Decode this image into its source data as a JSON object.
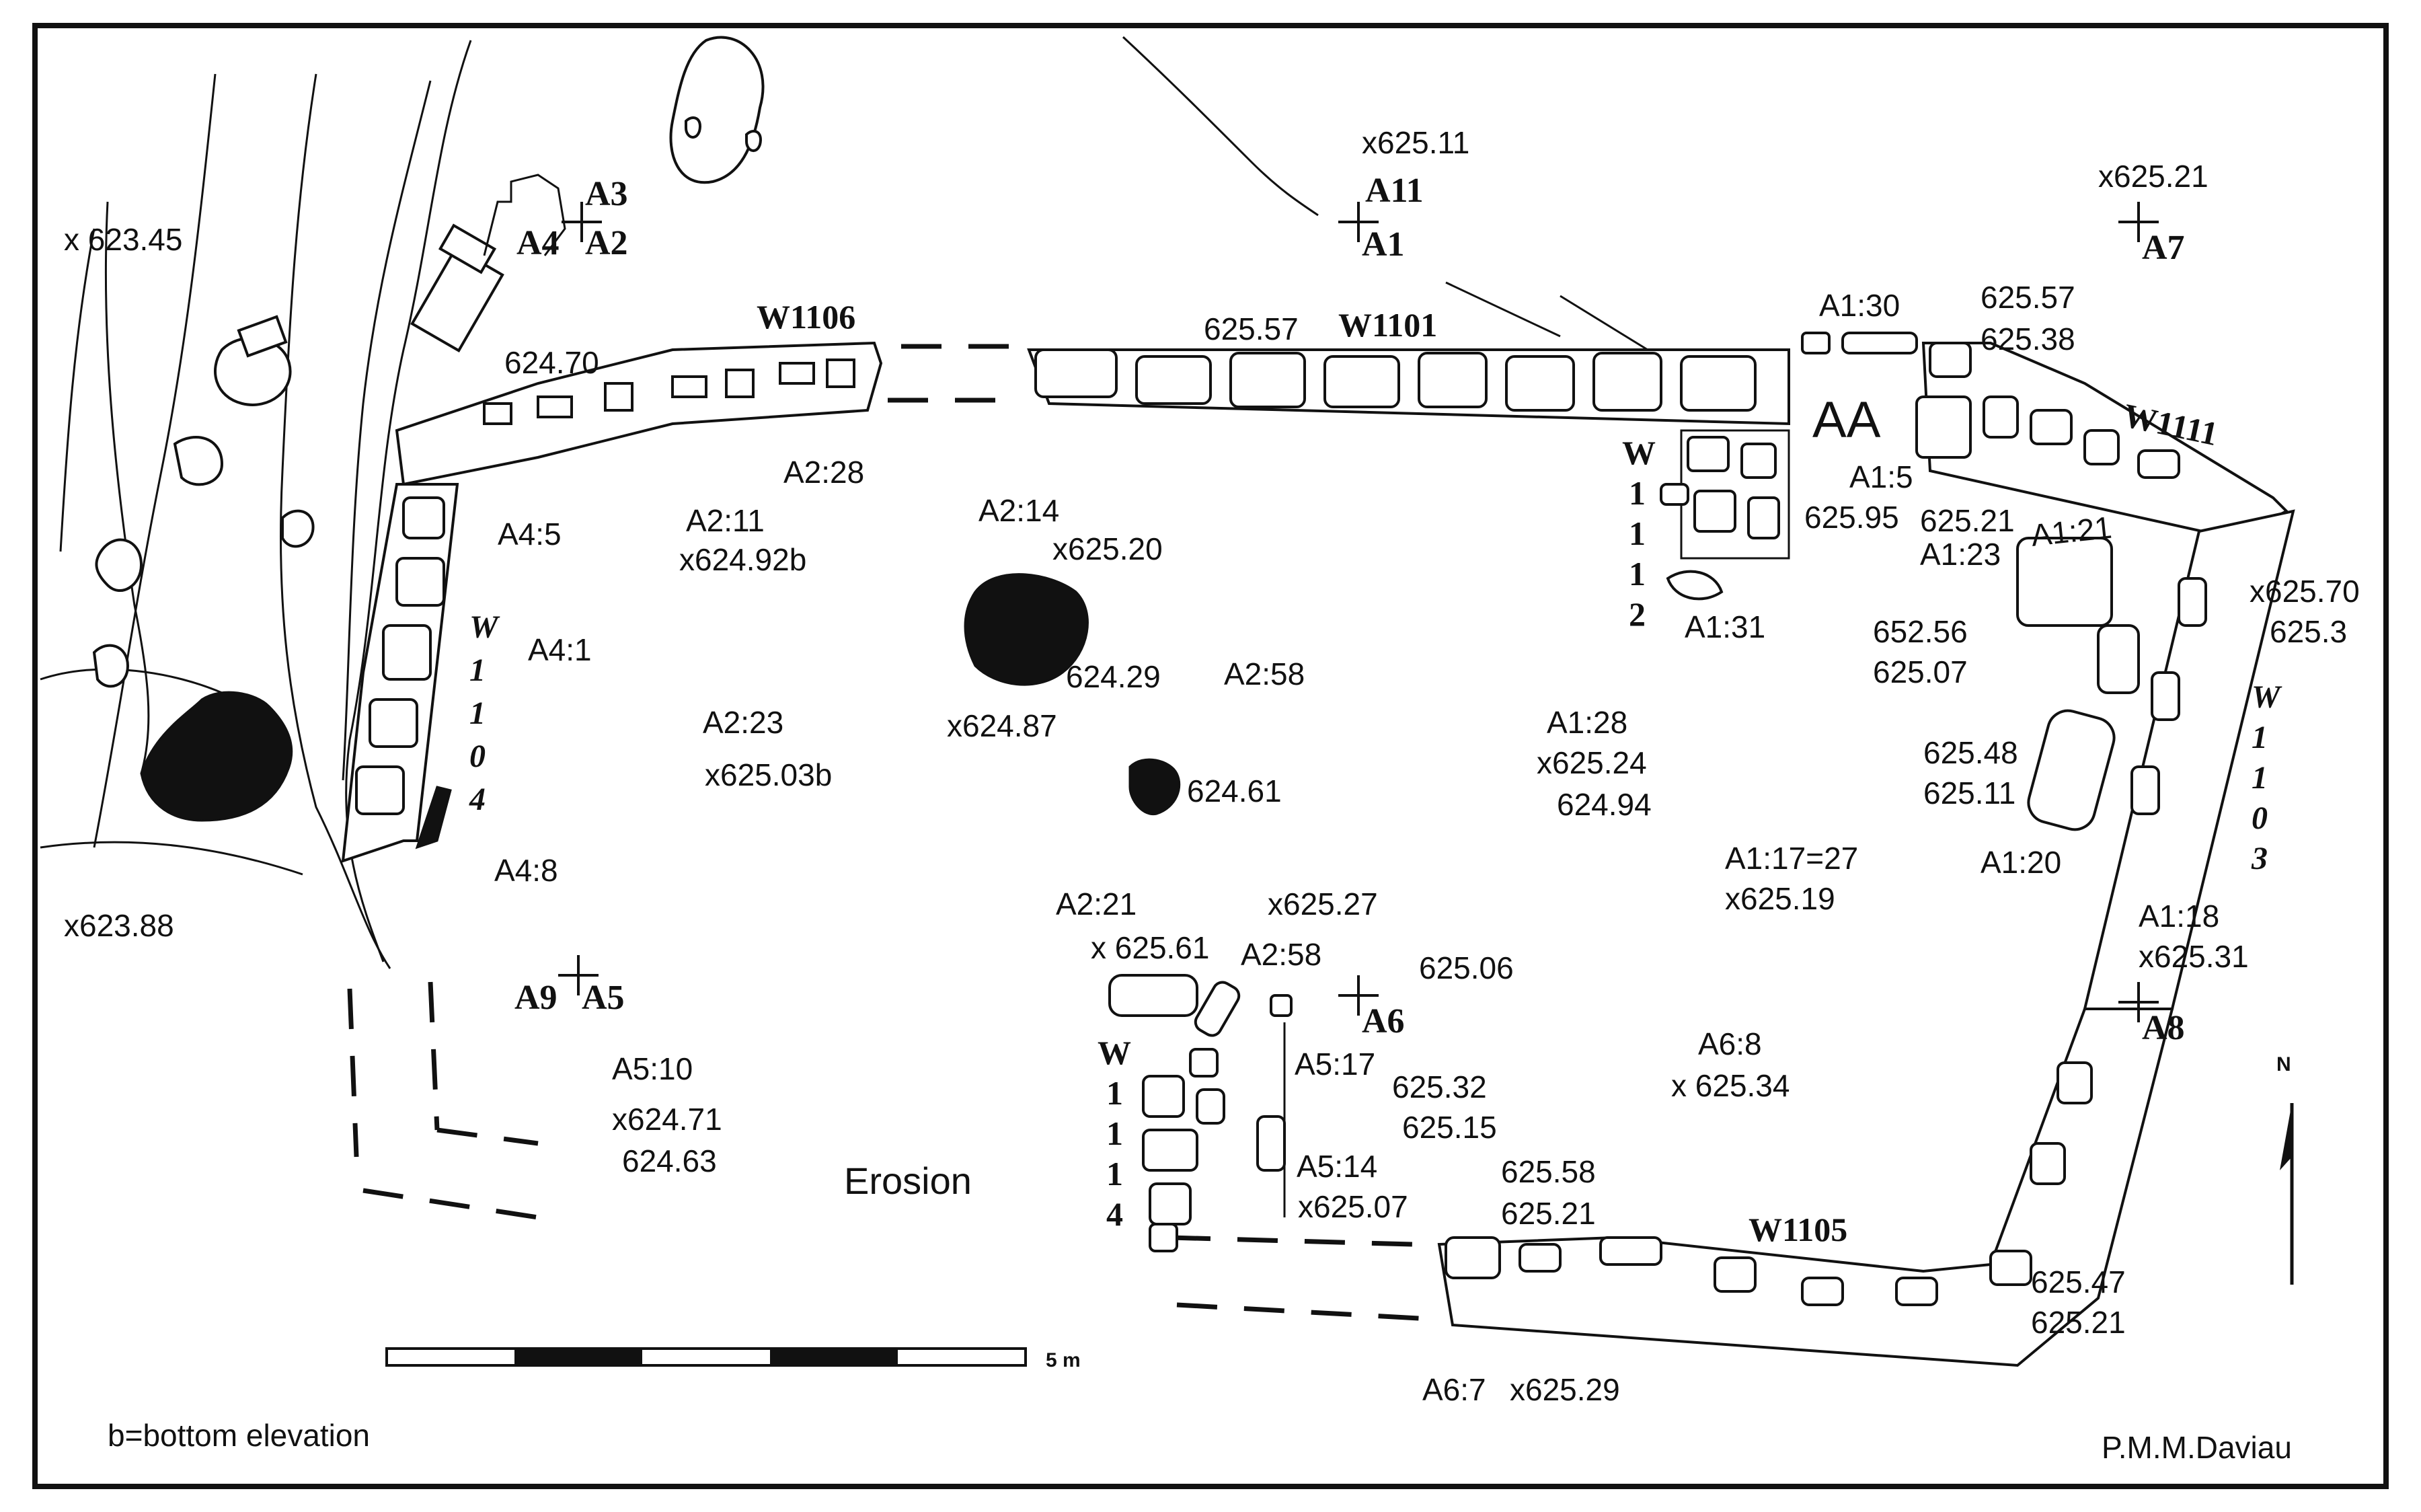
{
  "labels": {
    "x623_45": "x 623.45",
    "x623_88": "x623.88",
    "a3": "A3",
    "a4": "A4",
    "a2": "A2",
    "x625_11": "x625.11",
    "a11": "A11",
    "a1": "A1",
    "x625_21_top": "x625.21",
    "a7": "A7",
    "w1106": "W1106",
    "w1101": "W1101",
    "w1111": "W1111",
    "w1105": "W1105",
    "v624_70": "624.70",
    "v625_57_top": "625.57",
    "a1_30": "A1:30",
    "v625_57_r": "625.57",
    "v625_38": "625.38",
    "aa": "AA",
    "a2_28": "A2:28",
    "a4_5": "A4:5",
    "a2_11": "A2:11",
    "x624_92b": "x624.92b",
    "a2_14": "A2:14",
    "x625_20": "x625.20",
    "a1_5": "A1:5",
    "v625_95": "625.95",
    "v625_21_a": "625.21",
    "a1_23": "A1:23",
    "a1_21": "A1:21",
    "x625_70": "x625.70",
    "v625_3": "625.3",
    "a1_31": "A1:31",
    "v652_56": "652.56",
    "v625_07": "625.07",
    "a4_1": "A4:1",
    "v624_29": "624.29",
    "a2_58": "A2:58",
    "a2_23": "A2:23",
    "x624_87": "x624.87",
    "a1_28": "A1:28",
    "x625_24": "x625.24",
    "v624_94": "624.94",
    "v625_48": "625.48",
    "v625_11": "625.11",
    "x625_03b": "x625.03b",
    "v624_61": "624.61",
    "a1_17": "A1:17=27",
    "x625_19": "x625.19",
    "a1_20": "A1:20",
    "a4_8": "A4:8",
    "a2_21": "A2:21",
    "x625_27": "x625.27",
    "x625_61": "x 625.61",
    "a2_58_b": "A2:58",
    "a1_18": "A1:18",
    "x625_31": "x625.31",
    "a9": "A9",
    "a5": "A5",
    "v625_06": "625.06",
    "a6": "A6",
    "a8": "A8",
    "a5_10": "A5:10",
    "a5_17": "A5:17",
    "v625_32": "625.32",
    "v625_15": "625.15",
    "a6_8": "A6:8",
    "x625_34": "x 625.34",
    "x624_71": "x624.71",
    "v624_63": "624.63",
    "erosion": "Erosion",
    "a5_14": "A5:14",
    "x625_07": "x625.07",
    "v625_58": "625.58",
    "v625_21_b": "625.21",
    "v625_47": "625.47",
    "v625_21_c": "625.21",
    "scale": "5 m",
    "a6_7": "A6:7",
    "x625_29": "x625.29",
    "north": "N",
    "legend": "b=bottom elevation",
    "credit": "P.M.M.Daviau"
  },
  "wall_w1104": [
    "W",
    "1",
    "1",
    "0",
    "4"
  ],
  "wall_w1112": [
    "W",
    "1",
    "1",
    "1",
    "2"
  ],
  "wall_w1103": [
    "W",
    "1",
    "1",
    "0",
    "3"
  ],
  "wall_w1114": [
    "W",
    "1",
    "1",
    "1",
    "4"
  ]
}
